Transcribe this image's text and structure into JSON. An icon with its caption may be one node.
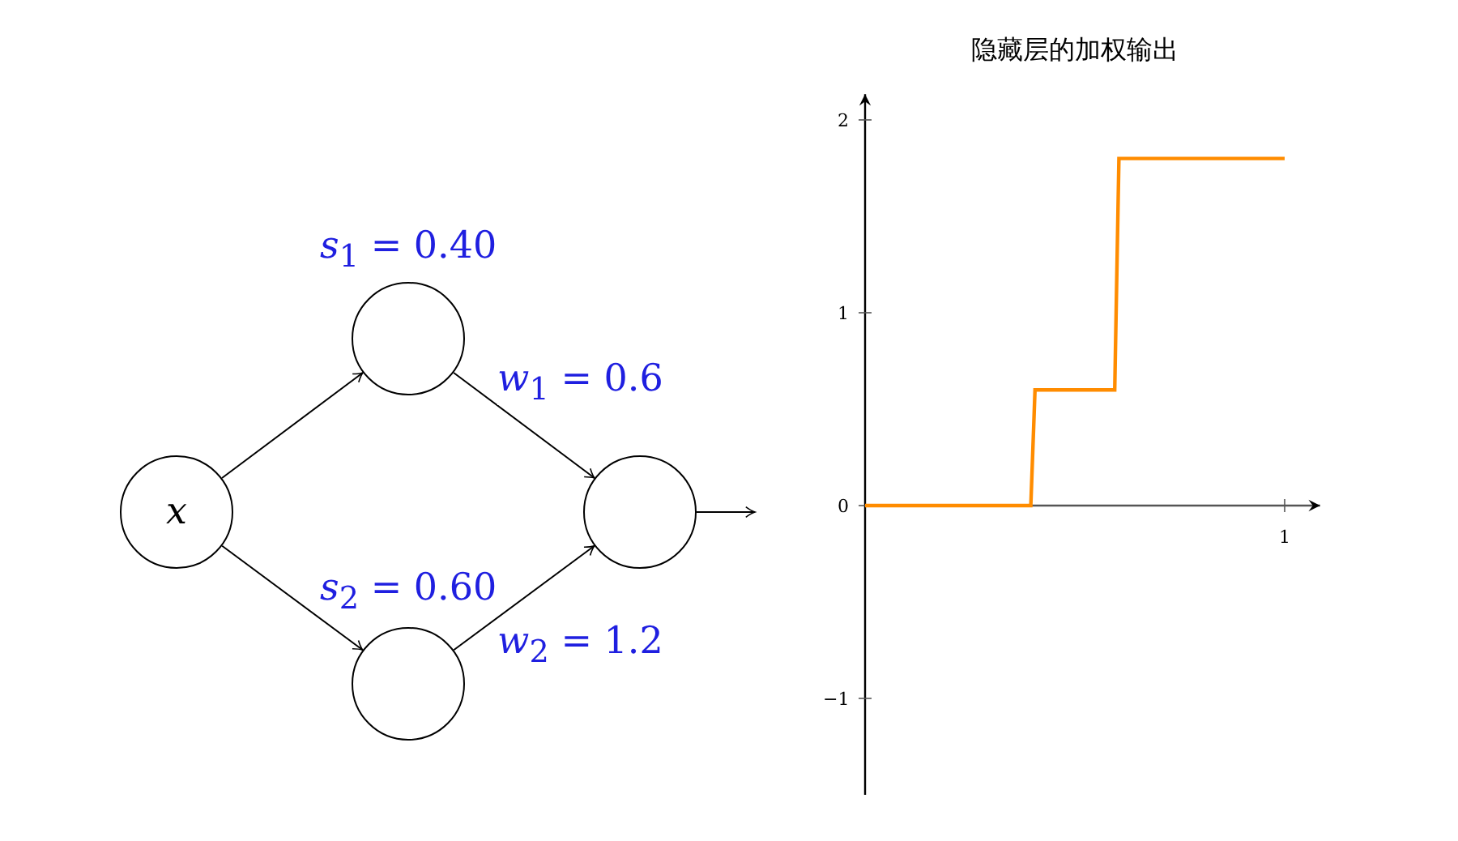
{
  "diagram": {
    "nodes": [
      {
        "text": [
          "*x*"
        ]
      },
      {
        "text": [],
        "shape": "circle",
        "beside": [
          "*s*$_{1}$ = 0.40"
        ]
      },
      {
        "text": [],
        "shape": "circle",
        "beside": [
          "*s*$_{2}$ = 0.60"
        ]
      },
      {
        "text": [],
        "shape": "circle"
      }
    ],
    "edges": [
      {
        "from": 0,
        "to": 1,
        "arrow": "to"
      },
      {
        "from": 0,
        "to": 2,
        "arrow": "to"
      },
      {
        "from": 1,
        "to": 3,
        "arrow": "to",
        "label": "*w*$_{1}$ = 0.6"
      },
      {
        "from": 2,
        "to": 3,
        "arrow": "to",
        "label": "*w*$_{2}$ = 1.2"
      },
      {
        "from": 3,
        "to": null,
        "arrow": "to"
      }
    ],
    "labels": [
      "隐藏层的加权输出",
      "2",
      "1",
      "0",
      "−1",
      "1"
    ]
  }
}
